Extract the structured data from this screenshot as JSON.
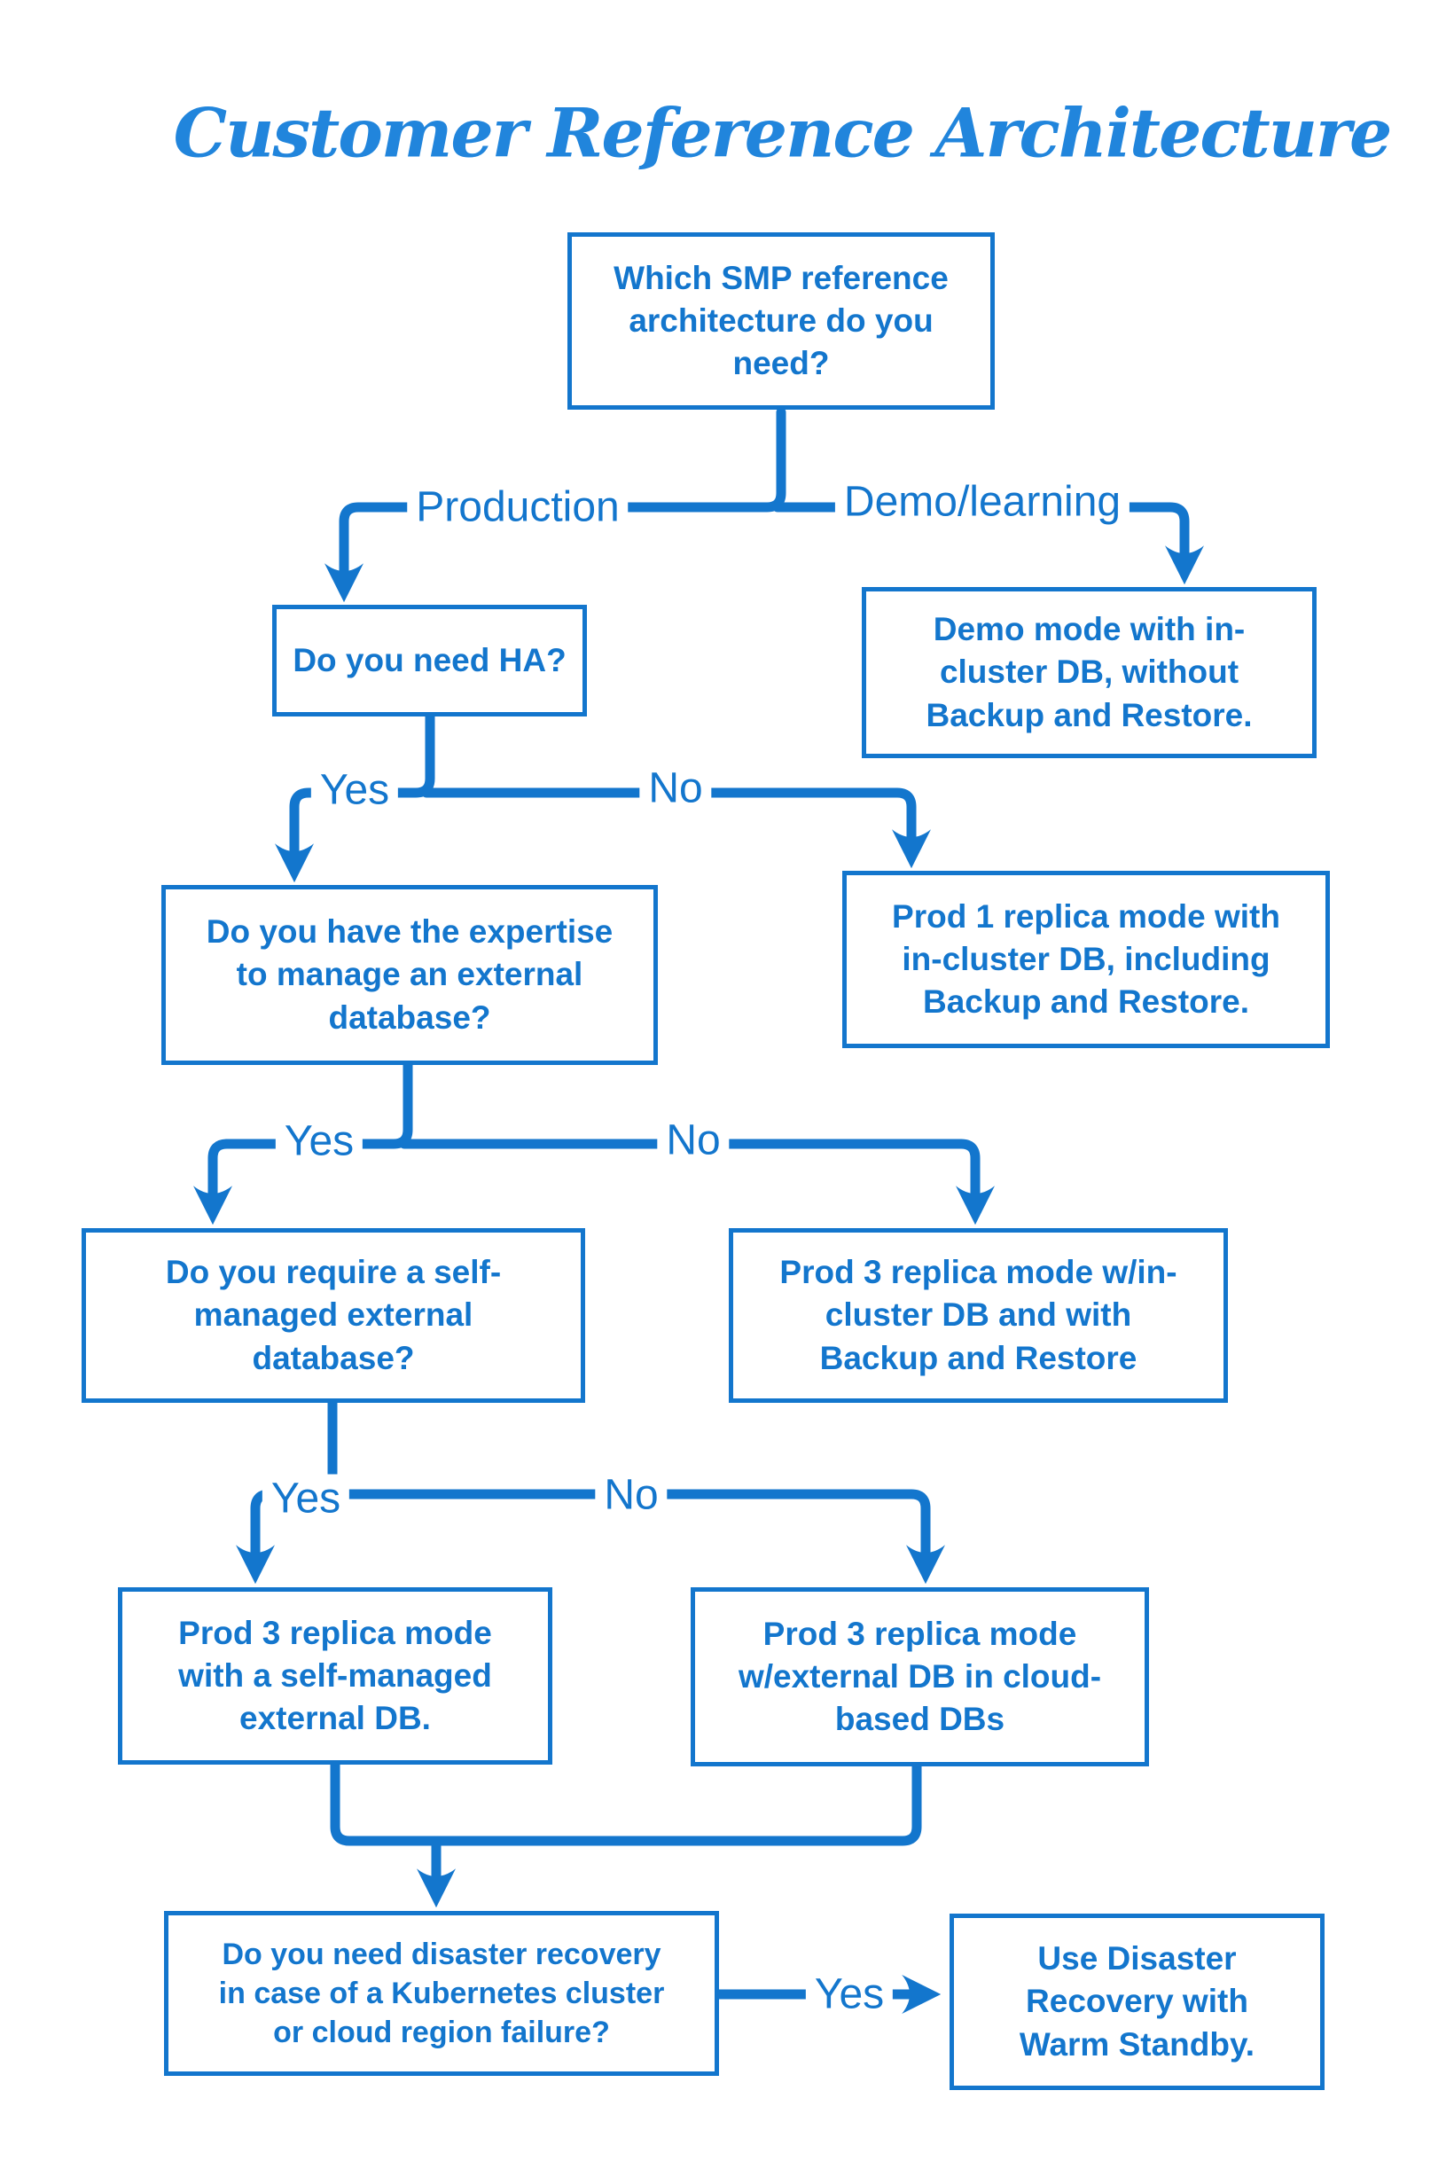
{
  "title": "Customer Reference Architecture",
  "colors": {
    "accent": "#1376cd",
    "title_text": "#2185dc",
    "background": "#ffffff"
  },
  "nodes": {
    "q_root": {
      "text": "Which SMP reference\narchitecture do you\nneed?"
    },
    "demo_mode": {
      "text": "Demo mode with in-\ncluster DB, without\nBackup and Restore."
    },
    "q_ha": {
      "text": "Do you need HA?"
    },
    "prod1_replica": {
      "text": "Prod 1 replica mode with\nin-cluster DB, including\nBackup and Restore."
    },
    "q_expertise": {
      "text": "Do you have the expertise\nto manage an external\ndatabase?"
    },
    "q_self_managed": {
      "text": "Do you require a self-\nmanaged external\ndatabase?"
    },
    "prod3_incluster": {
      "text": "Prod 3 replica mode w/in-\ncluster DB and with\nBackup and Restore"
    },
    "prod3_self_managed": {
      "text": "Prod 3 replica mode\nwith a self-managed\nexternal DB."
    },
    "prod3_cloud": {
      "text": "Prod 3 replica mode\nw/external DB in cloud-\nbased DBs"
    },
    "q_disaster_recovery": {
      "text": "Do you need disaster recovery\nin case of a Kubernetes cluster\nor cloud region failure?"
    },
    "warm_standby": {
      "text": "Use Disaster\nRecovery with\nWarm Standby."
    }
  },
  "edges": {
    "production": "Production",
    "demo_learning": "Demo/learning",
    "ha_yes": "Yes",
    "ha_no": "No",
    "expertise_yes": "Yes",
    "expertise_no": "No",
    "self_managed_yes": "Yes",
    "self_managed_no": "No",
    "disaster_yes": "Yes"
  }
}
